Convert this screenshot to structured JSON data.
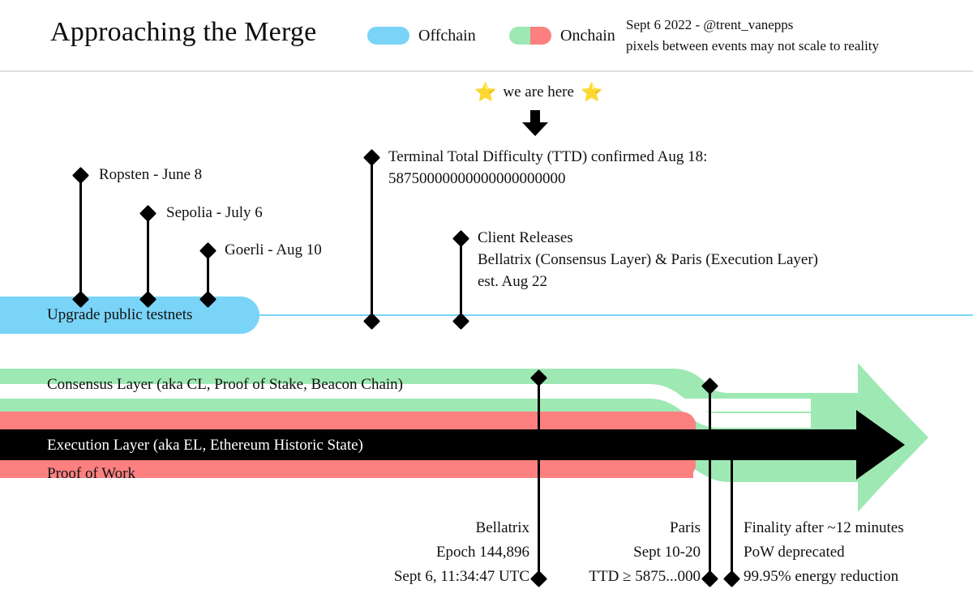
{
  "header": {
    "title": "Approaching the Merge",
    "legend": [
      {
        "name": "offchain",
        "label": "Offchain",
        "color": "#79d4f7"
      },
      {
        "name": "onchain",
        "label": "Onchain",
        "color_left": "#9ee8b4",
        "color_right": "#fc8080"
      }
    ],
    "credit_line1": "Sept 6 2022 - @trent_vanepps",
    "credit_line2": "pixels between events may not scale to reality"
  },
  "here_marker": {
    "star_left": "⭐",
    "star_right": "⭐",
    "text": "we are here",
    "arrow_icon": "down-arrow-icon"
  },
  "offchain_lane": {
    "pill_label": "Upgrade public testnets",
    "color": "#79d4f7"
  },
  "testnets": [
    {
      "name": "ropsten",
      "label": "Ropsten - June 8"
    },
    {
      "name": "sepolia",
      "label": "Sepolia - July 6"
    },
    {
      "name": "goerli",
      "label": "Goerli - Aug 10"
    }
  ],
  "events_top": [
    {
      "name": "ttd-confirmed",
      "line1": "Terminal Total Difficulty (TTD) confirmed Aug 18:",
      "line2": "58750000000000000000000"
    },
    {
      "name": "client-releases",
      "line1": "Client Releases",
      "line2": "Bellatrix (Consensus Layer) & Paris (Execution Layer)",
      "line3": "est. Aug 22"
    }
  ],
  "layers": {
    "consensus": {
      "label": "Consensus Layer (aka CL, Proof of Stake, Beacon Chain)",
      "color": "#9ee8b4"
    },
    "execution": {
      "label": "Execution Layer (aka EL, Ethereum Historic State)",
      "color": "#000000"
    },
    "proof_of_work": {
      "label": "Proof of Work",
      "color": "#fc8080"
    }
  },
  "events_bottom": [
    {
      "name": "bellatrix",
      "line1": "Bellatrix",
      "line2": "Epoch 144,896",
      "line3": "Sept 6, 11:34:47 UTC"
    },
    {
      "name": "paris",
      "line1": "Paris",
      "line2": "Sept 10-20",
      "line3": "TTD ≥ 5875...000"
    },
    {
      "name": "post-merge",
      "line1": "Finality after ~12 minutes",
      "line2": "PoW deprecated",
      "line3": "99.95% energy reduction"
    }
  ]
}
